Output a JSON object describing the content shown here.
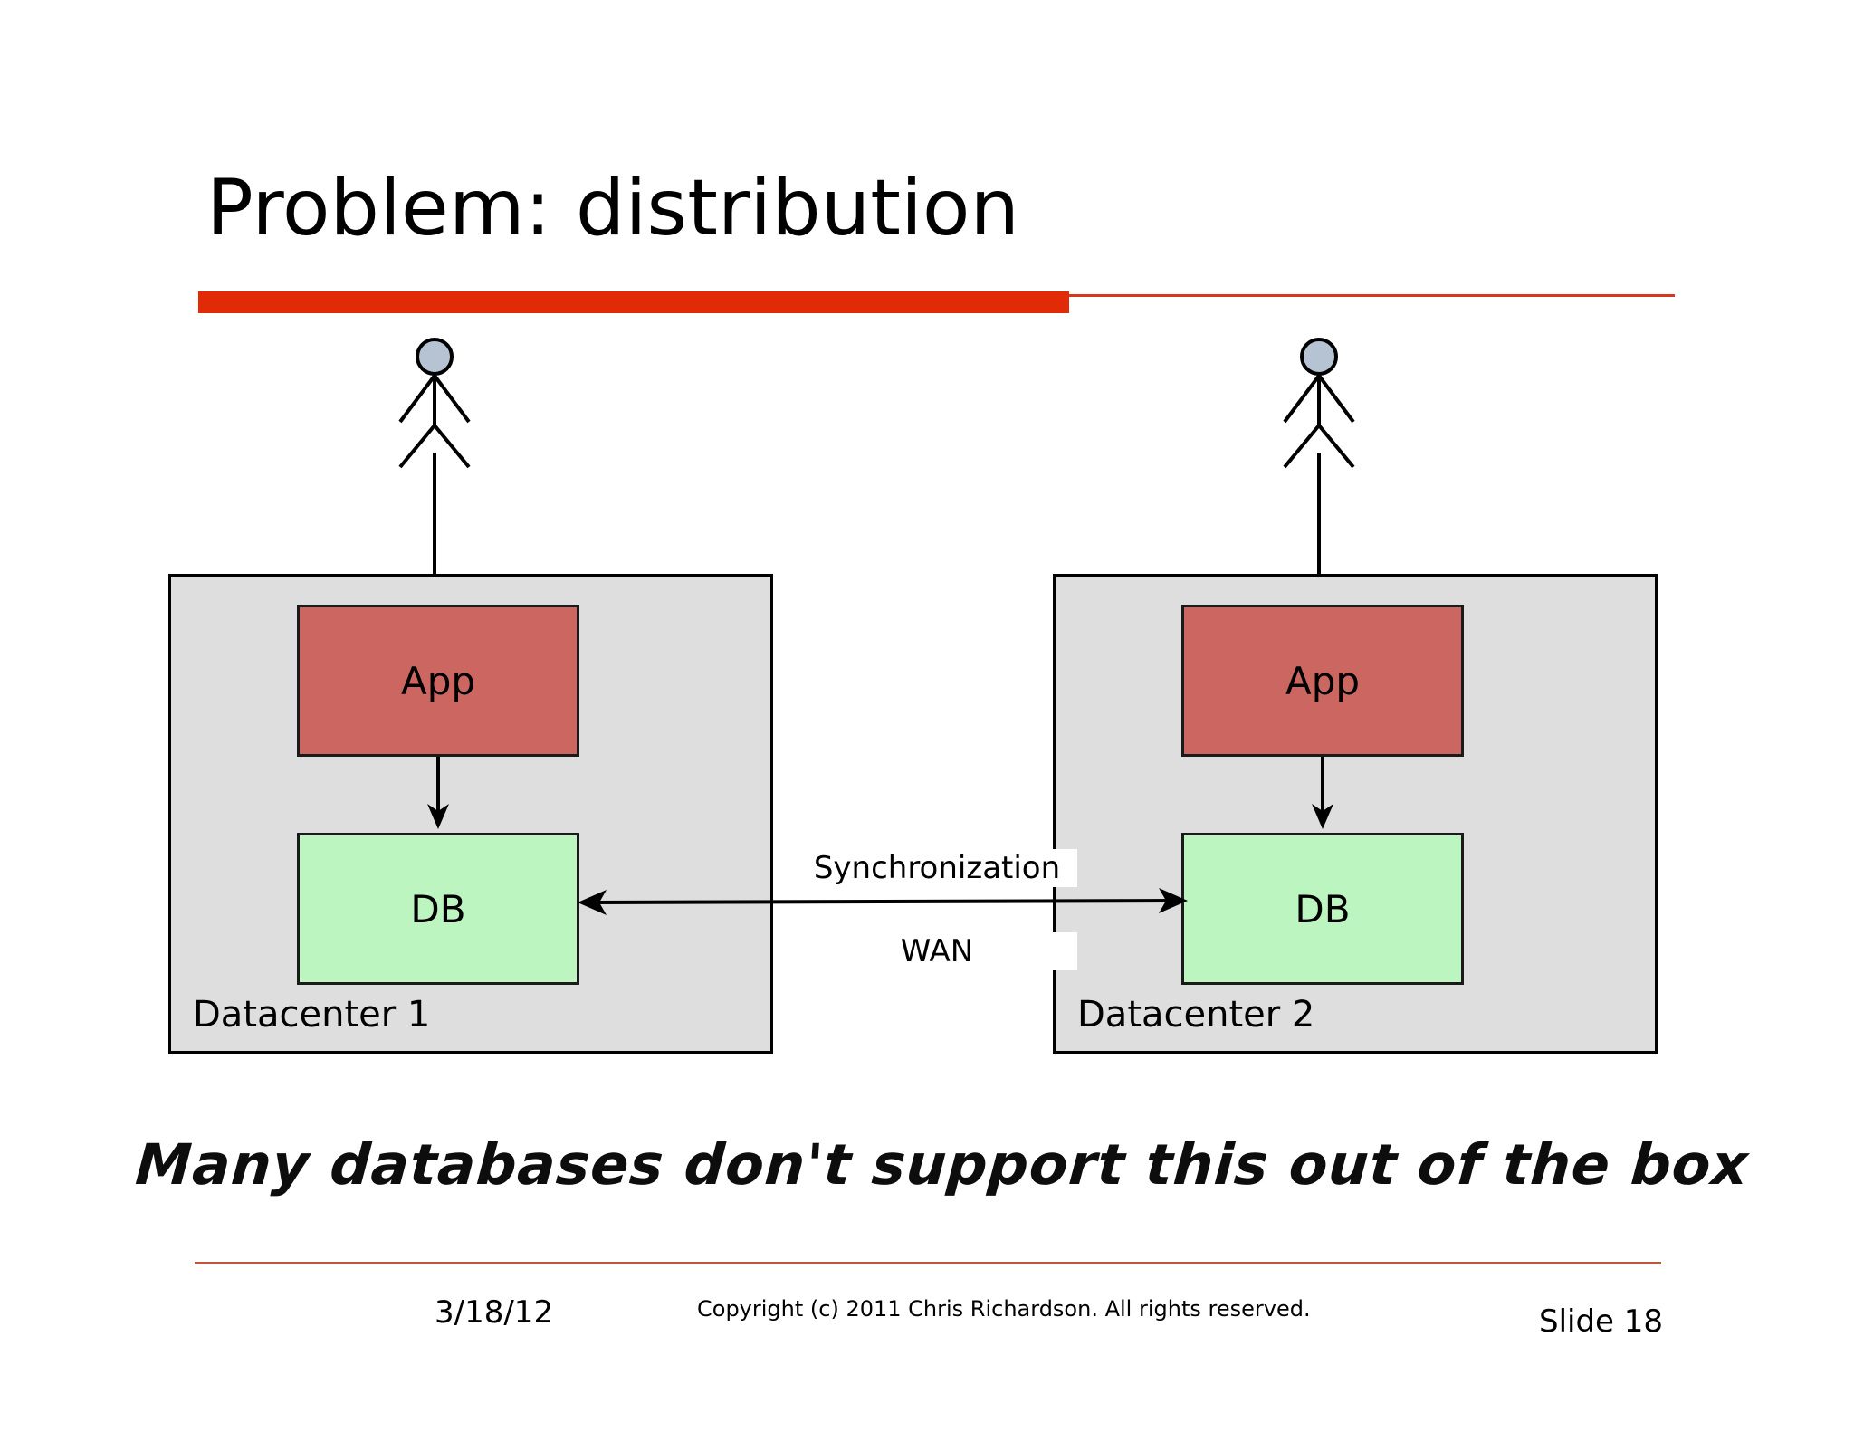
{
  "slide": {
    "title": "Problem: distribution",
    "accent_color": "#e02b06",
    "background": "#ffffff"
  },
  "diagram": {
    "actors": [
      {
        "name": "user-datacenter-1",
        "head_fill": "#b6c3d2"
      },
      {
        "name": "user-datacenter-2",
        "head_fill": "#b6c3d2"
      }
    ],
    "datacenters": [
      {
        "label": "Datacenter 1",
        "fill": "#dedede",
        "nodes": [
          {
            "label": "App",
            "fill": "#cc6660"
          },
          {
            "label": "DB",
            "fill": "#bdf5c0"
          }
        ]
      },
      {
        "label": "Datacenter 2",
        "fill": "#dedede",
        "nodes": [
          {
            "label": "App",
            "fill": "#cc6660"
          },
          {
            "label": "DB",
            "fill": "#bdf5c0"
          }
        ]
      }
    ],
    "link": {
      "label_top": "Synchronization",
      "label_bottom": "WAN",
      "style": "double-headed-arrow"
    }
  },
  "caption": {
    "text": "Many databases don't support this out of the box"
  },
  "footer": {
    "date": "3/18/12",
    "copyright": "Copyright (c)  2011 Chris Richardson. All rights reserved.",
    "slide_number": "Slide 18",
    "rule_color": "#c2543d"
  }
}
